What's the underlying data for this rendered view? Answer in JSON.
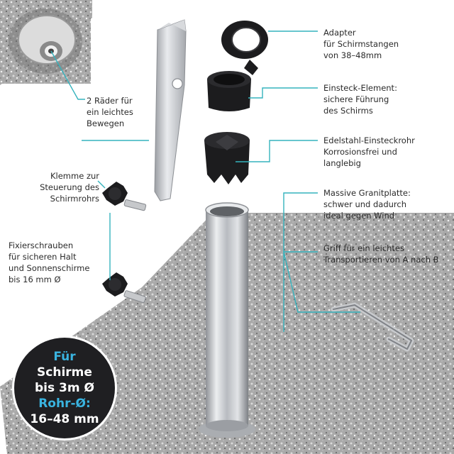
{
  "colors": {
    "leader_line": "#35b3bd",
    "granite": "#a9a9a9",
    "steel": "#c9cbce",
    "plastic_black": "#1c1c1e",
    "badge_bg": "#1f1f22",
    "badge_accent": "#3ab4e0"
  },
  "icons": {
    "wheel": "wheel-icon",
    "clamp": "clamp-bracket-icon",
    "screw": "thumb-screw-icon",
    "adapter": "adapter-ring-icon",
    "insert": "insert-element-icon",
    "tube": "steel-tube-icon",
    "plate": "granite-plate-icon",
    "handle": "handle-icon"
  },
  "labels": {
    "adapter": [
      "Adapter",
      "für Schirmstangen",
      "von 38–48mm"
    ],
    "insert": [
      "Einsteck-Element:",
      "sichere Führung",
      "des Schirms"
    ],
    "tube": [
      "Edelstahl-Einsteckrohr",
      "Korrosionsfrei und",
      "langlebig"
    ],
    "plate": [
      "Massive Granitplatte:",
      "schwer und dadurch",
      "ideal gegen Wind"
    ],
    "handle": [
      "Griff für ein leichtes",
      "Transportieren von A nach B"
    ],
    "wheels": [
      "2 Räder für",
      "ein leichtes",
      "Bewegen"
    ],
    "clamp": [
      "Klemme zur",
      "Steuerung des",
      "Schirmrohrs"
    ],
    "screws": [
      "Fixierschrauben",
      "für sicheren Halt",
      "und Sonnenschirme",
      "bis 16 mm Ø"
    ]
  },
  "badge": {
    "line1": "Für",
    "line2": "Schirme",
    "line3": "bis 3m Ø",
    "line4": "Rohr-Ø:",
    "line5": "16–48 mm"
  }
}
